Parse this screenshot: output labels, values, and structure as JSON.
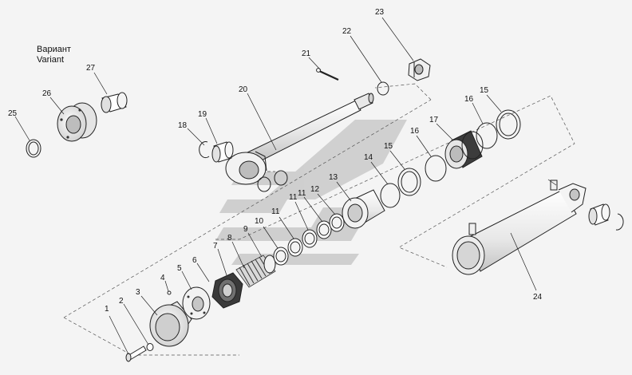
{
  "variant": {
    "line1": "Вариант",
    "line2": "Variant"
  },
  "callouts": [
    {
      "id": "p1",
      "text": "1"
    },
    {
      "id": "p2",
      "text": "2"
    },
    {
      "id": "p3",
      "text": "3"
    },
    {
      "id": "p4",
      "text": "4"
    },
    {
      "id": "p5",
      "text": "5"
    },
    {
      "id": "p6",
      "text": "6"
    },
    {
      "id": "p7",
      "text": "7"
    },
    {
      "id": "p8",
      "text": "8"
    },
    {
      "id": "p9",
      "text": "9"
    },
    {
      "id": "p10",
      "text": "10"
    },
    {
      "id": "p11a",
      "text": "11"
    },
    {
      "id": "p11b",
      "text": "11"
    },
    {
      "id": "p11c",
      "text": "11"
    },
    {
      "id": "p12",
      "text": "12"
    },
    {
      "id": "p13",
      "text": "13"
    },
    {
      "id": "p14",
      "text": "14"
    },
    {
      "id": "p15a",
      "text": "15"
    },
    {
      "id": "p15b",
      "text": "15"
    },
    {
      "id": "p16a",
      "text": "16"
    },
    {
      "id": "p16b",
      "text": "16"
    },
    {
      "id": "p17",
      "text": "17"
    },
    {
      "id": "p18",
      "text": "18"
    },
    {
      "id": "p19",
      "text": "19"
    },
    {
      "id": "p20",
      "text": "20"
    },
    {
      "id": "p21",
      "text": "21"
    },
    {
      "id": "p22",
      "text": "22"
    },
    {
      "id": "p23",
      "text": "23"
    },
    {
      "id": "p24",
      "text": "24"
    },
    {
      "id": "p25",
      "text": "25"
    },
    {
      "id": "p26",
      "text": "26"
    },
    {
      "id": "p27",
      "text": "27"
    }
  ],
  "colors": {
    "line": "#222222",
    "part_fill": "#ffffff",
    "shade": "#cfcfcf",
    "watermark": "#c8c8c8"
  }
}
